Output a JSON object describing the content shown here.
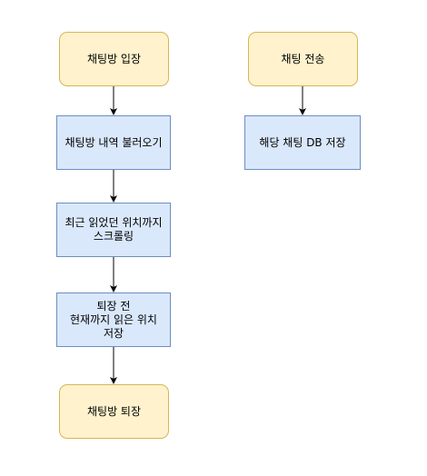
{
  "flow_left": {
    "start": "채팅방 입장",
    "load_history": "채팅방 내역 불러오기",
    "scroll_to_last_read": "최근 읽었던 위치까지\n스크롤링",
    "save_read_position": "퇴장 전\n현재까지 읽은 위치\n저장",
    "end": "채팅방 퇴장"
  },
  "flow_right": {
    "start": "채팅 전송",
    "save_db": "해당 채팅 DB 저장"
  },
  "colors": {
    "terminal_fill": "#fff2cc",
    "terminal_stroke": "#d6b656",
    "process_fill": "#dae8fc",
    "process_stroke": "#6c8ebf"
  }
}
